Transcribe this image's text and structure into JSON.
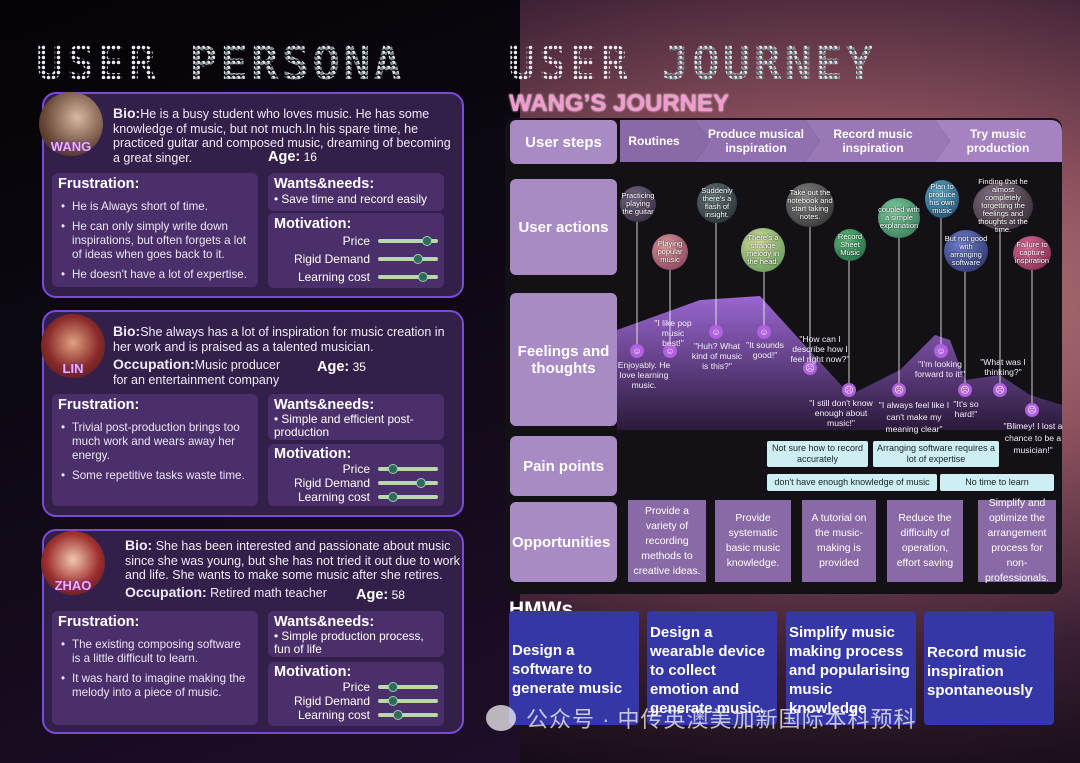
{
  "titles": {
    "persona_a": "USER",
    "persona_b": "PERSONA",
    "journey_a": "USER",
    "journey_b": "JOURNEY",
    "wang_journey": "WANG’S JOURNEY"
  },
  "personas": [
    {
      "name": "WANG",
      "bio_label": "Bio:",
      "bio": "He is a busy student who loves music. He has some knowledge of music, but not much.In his spare time, he practiced guitar and composed music, dreaming of becoming a great singer.",
      "age_label": "Age:",
      "age": "16",
      "frustration_label": "Frustration:",
      "frustrations": [
        "Always short of time.",
        "He can only simply write down inspirations, but often forgets a lot of ideas when goes back to it.",
        "He doesn't have a lot of expertise."
      ],
      "wants_label": "Wants&needs:",
      "wants": "Save time and record easily",
      "motivation_label": "Motivation:",
      "motivation": [
        {
          "label": "Price",
          "value": 0.88
        },
        {
          "label": "Rigid Demand",
          "value": 0.7
        },
        {
          "label": "Learning cost",
          "value": 0.8
        }
      ]
    },
    {
      "name": "LIN",
      "bio_label": "Bio:",
      "bio": "She always has a lot of inspiration for music creation in her work and is praised as a talented musician.",
      "occ_label": "Occupation:",
      "occupation": "Music producer for an entertainment company",
      "age_label": "Age:",
      "age": "35",
      "frustration_label": "Frustration:",
      "frustrations": [
        "Trivial post-production brings too much work and wears away her energy.",
        "Some repetitive tasks waste time."
      ],
      "wants_label": "Wants&needs:",
      "wants": "Simple and efficient post-production",
      "motivation_label": "Motivation:",
      "motivation": [
        {
          "label": "Price",
          "value": 0.2
        },
        {
          "label": "Rigid Demand",
          "value": 0.75
        },
        {
          "label": "Learning cost",
          "value": 0.2
        }
      ]
    },
    {
      "name": "ZHAO",
      "bio_label": "Bio:",
      "bio": "She has been interested and passionate about music since she was young, but she has not tried it out due to work and life. She wants to make some music after she retires.",
      "occ_label": "Occupation:",
      "occupation": "Retired math teacher",
      "age_label": "Age:",
      "age": "58",
      "frustration_label": "Frustration:",
      "frustrations": [
        "The existing composing software is a little difficult to learn.",
        "It was hard to imagine making the melody into a piece of music."
      ],
      "wants_label": "Wants&needs:",
      "wants": "Simple production process, fun of life",
      "motivation_label": "Motivation:",
      "motivation": [
        {
          "label": "Price",
          "value": 0.2
        },
        {
          "label": "Rigid Demand",
          "value": 0.2
        },
        {
          "label": "Learning cost",
          "value": 0.3
        }
      ]
    }
  ],
  "journey": {
    "rows": [
      "User steps",
      "User actions",
      "Feelings and thoughts",
      "Pain points",
      "Opportunities"
    ],
    "steps": [
      "Routines",
      "Produce musical inspiration",
      "Record music inspiration",
      "Try music production"
    ],
    "actions": [
      "Practicing playing the guitar",
      "Playing popular music",
      "Suddenly there's a flash of insight.",
      "There's a strange melody in the head.",
      "Take out the notebook and start taking notes.",
      "Record Sheet Music",
      "coupled with a simple explanation",
      "Plan to produce his own music",
      "But not good with arranging software",
      "Finding that he almost completely forgetting the feelings and thoughts at the time.",
      "Failure to capture inspiration"
    ],
    "feelings": [
      "Enjoyably. He love learning music.",
      "\"I like pop music best!\"",
      "\"Huh? What kind of music is this?\"",
      "\"It sounds good!\"",
      "\"How can I describe how I feel right now?\"",
      "\"I still don't know enough about music!\"",
      "\"I always feel like I can't make my meaning clear\"",
      "\"I'm looking forward to it!\"",
      "\"It's so hard!\"",
      "\"What was I thinking?\"",
      "\"Blimey! I lost a chance to be a musician!\""
    ],
    "pains": [
      "Not sure how to record accurately",
      "Arranging software requires a lot of expertise",
      "don't have enough knowledge of music",
      "No time to learn"
    ],
    "opportunities": [
      "Provide a variety of recording methods to creative ideas.",
      "Provide systematic basic music knowledge.",
      "A tutorial on the music-making is provided",
      "Reduce the difficulty of operation, effort saving",
      "Simplify and optimize the arrangement process for non-professionals."
    ]
  },
  "hmw": {
    "title": "HMWs",
    "items": [
      "Design a software to generate music",
      "Design a wearable device to collect emotion and generate music.",
      "Simplify music making process and popularising music knowledge",
      "Record music inspiration spontaneously"
    ]
  },
  "watermark": "公众号 · 中传英澳美加新国际本科预科",
  "colors": {
    "persona_border": "#7b4bd8",
    "persona_bg": "#33204a",
    "row_header": "#a88bc4",
    "hmw": "#3537a6",
    "wang_title": "#f59ad0",
    "pain": "#cdeef2"
  }
}
